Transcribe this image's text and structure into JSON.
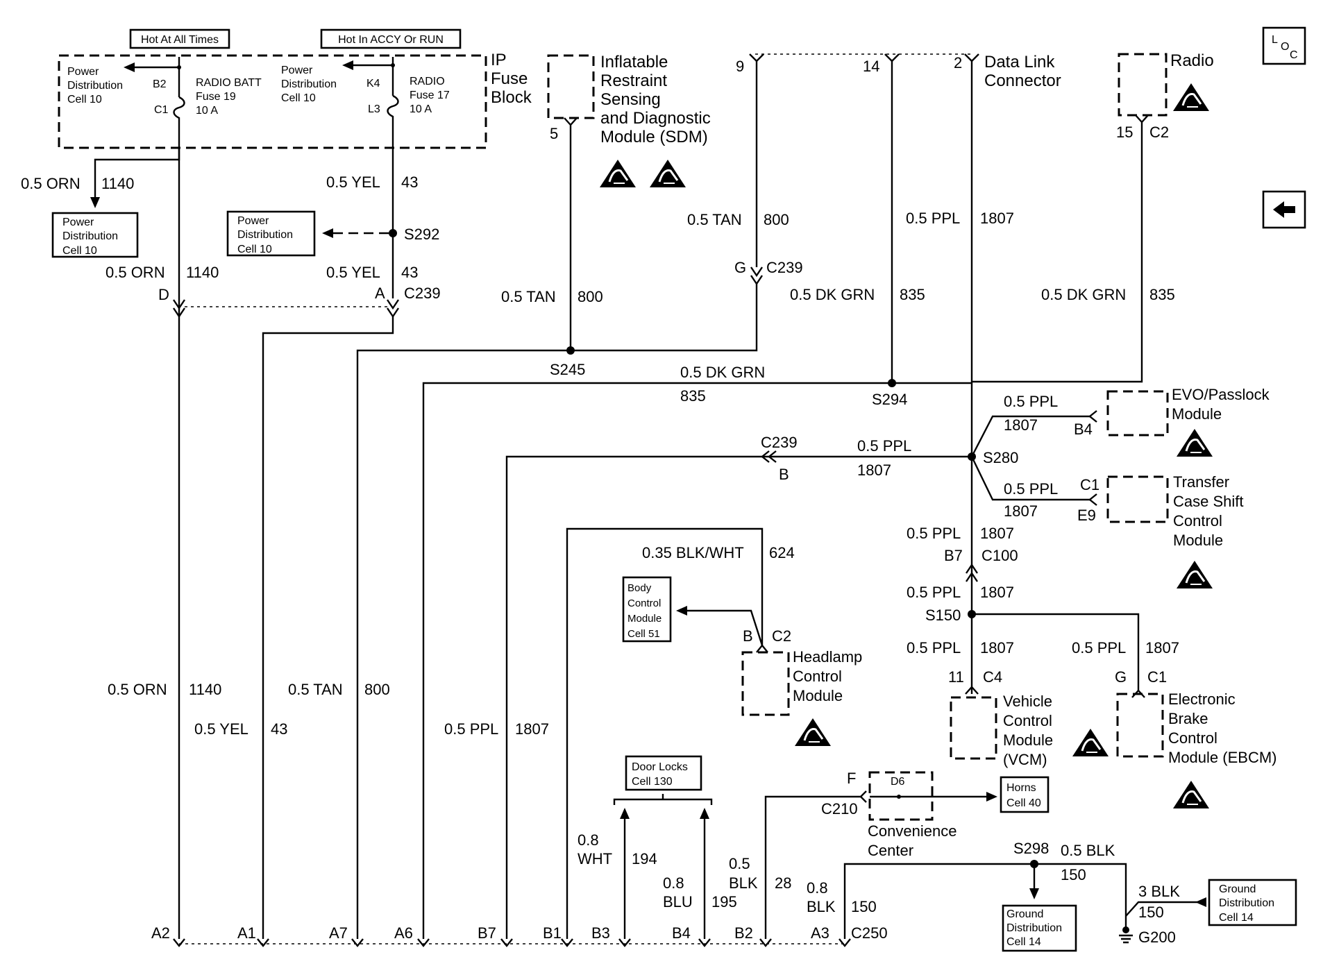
{
  "topbox": {
    "hot_all": "Hot At All Times",
    "hot_accy": "Hot In ACCY Or RUN",
    "pd_left": [
      "Power",
      "Distribution",
      "Cell 10"
    ],
    "pd_mid": [
      "Power",
      "Distribution",
      "Cell 10"
    ],
    "radio_batt": [
      "RADIO BATT",
      "Fuse 19",
      "10 A"
    ],
    "radio": [
      "RADIO",
      "Fuse 17",
      "10 A"
    ],
    "b2": "B2",
    "c1": "C1",
    "k4": "K4",
    "l3": "L3",
    "ip": [
      "IP",
      "Fuse",
      "Block"
    ]
  },
  "pdbox1": [
    "Power",
    "Distribution",
    "Cell 10"
  ],
  "pdbox2": [
    "Power",
    "Distribution",
    "Cell 10"
  ],
  "sdm": {
    "title": [
      "Inflatable",
      "Restraint",
      "Sensing",
      "and Diagnostic",
      "Module (SDM)"
    ],
    "pin": "5"
  },
  "dlc": {
    "title": [
      "Data Link",
      "Connector"
    ],
    "pins": [
      "9",
      "14",
      "2"
    ]
  },
  "radio": {
    "title": "Radio",
    "pin": "15",
    "conn": "C2"
  },
  "loc": {
    "l": "L",
    "o": "O",
    "c": "C"
  },
  "labels": {
    "orn_a": "0.5 ORN",
    "n1140_a": "1140",
    "yel_a": "0.5 YEL",
    "n43_a": "43",
    "s292": "S292",
    "orn_b": "0.5 ORN",
    "n1140_b": "1140",
    "yel_b": "0.5 YEL",
    "n43_b": "43",
    "d": "D",
    "a": "A",
    "c239a": "C239",
    "tan_a": "0.5 TAN",
    "n800_a": "800",
    "tan_b": "0.5 TAN",
    "n800_b": "800",
    "g": "G",
    "c239b": "C239",
    "dkgrn_a": "0.5 DK GRN",
    "n835_a": "835",
    "ppl_a": "0.5 PPL",
    "n1807_a": "1807",
    "dkgrn_b": "0.5 DK GRN",
    "n835_b": "835",
    "s245": "S245",
    "dkgrn_c": "0.5 DK GRN",
    "n835_c": "835",
    "s294": "S294",
    "ppl_evo": "0.5 PPL",
    "n1807_evo": "1807",
    "b4e": "B4",
    "c239c": "C239",
    "ppl_b": "0.5 PPL",
    "n1807_b": "1807",
    "bb": "B",
    "s280": "S280",
    "ppl_tc": "0.5 PPL",
    "n1807_tc": "1807",
    "c1t": "C1",
    "e9": "E9",
    "ppl_c": "0.5 PPL",
    "n1807_c": "1807",
    "b7": "B7",
    "c100": "C100",
    "blkwht": "0.35 BLK/WHT",
    "n624": "624",
    "ppl_d": "0.5 PPL",
    "n1807_d": "1807",
    "s150": "S150",
    "bh": "B",
    "c2h": "C2",
    "ppl_e": "0.5 PPL",
    "n1807_e": "1807",
    "ppl_f": "0.5 PPL",
    "n1807_f": "1807",
    "n11": "11",
    "c4": "C4",
    "gg": "G",
    "c1e": "C1",
    "orn_c": "0.5 ORN",
    "n1140_c": "1140",
    "tan_c": "0.5 TAN",
    "n800_c": "800",
    "yel_c": "0.5 YEL",
    "n43_c": "43",
    "ppl_g": "0.5 PPL",
    "n1807_g": "1807",
    "f": "F",
    "d6": "D6",
    "c210": "C210",
    "conv": [
      "Convenience",
      "Center"
    ],
    "wht": [
      "0.8",
      "WHT"
    ],
    "n194": "194",
    "blu": [
      "0.8",
      "BLU"
    ],
    "n195": "195",
    "blk05": [
      "0.5",
      "BLK"
    ],
    "n28": "28",
    "blk08": [
      "0.8",
      "BLK"
    ],
    "n150a": "150",
    "s298": "S298",
    "blk_s": "0.5 BLK",
    "n150b": "150",
    "blk3": "3 BLK",
    "n150c": "150",
    "g200": "G200",
    "pins": [
      "A2",
      "A1",
      "A7",
      "A6",
      "B7",
      "B1",
      "B3",
      "B4",
      "B2",
      "A3"
    ],
    "c250": "C250"
  },
  "evo": [
    "EVO/Passlock",
    "Module"
  ],
  "tcm": [
    "Transfer",
    "Case Shift",
    "Control",
    "Module"
  ],
  "bcm": [
    "Body",
    "Control",
    "Module",
    "Cell 51"
  ],
  "hcm": [
    "Headlamp",
    "Control",
    "Module"
  ],
  "vcm": [
    "Vehicle",
    "Control",
    "Module",
    "(VCM)"
  ],
  "ebcm": [
    "Electronic",
    "Brake",
    "Control",
    "Module (EBCM)"
  ],
  "doorlocks": [
    "Door Locks",
    "Cell 130"
  ],
  "horns": [
    "Horns",
    "Cell 40"
  ],
  "gd1": [
    "Ground",
    "Distribution",
    "Cell 14"
  ],
  "gd2": [
    "Ground",
    "Distribution",
    "Cell 14"
  ]
}
